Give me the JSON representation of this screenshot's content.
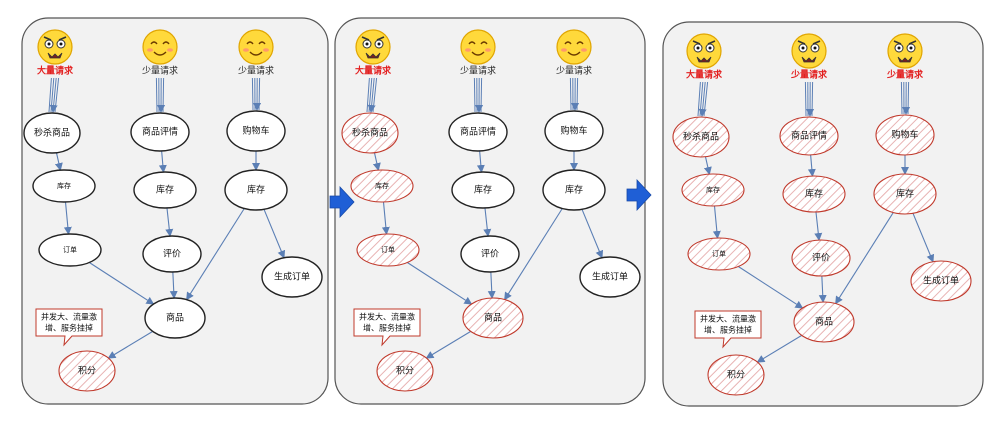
{
  "colors": {
    "panel_fill": "#f2f2f2",
    "panel_stroke": "#555555",
    "edge": "#5b7fb5",
    "node_stroke_ok": "#222222",
    "node_stroke_hot": "#c0392b",
    "hatch": "#e8b3b3",
    "label_red": "#e32020",
    "label_black": "#222222",
    "big_arrow": "#1f5fd6",
    "face_fill": "#ffd93b",
    "face_stroke": "#e0a500",
    "note_stroke": "#c0392b"
  },
  "panels": [
    {
      "requests": [
        {
          "label": "大量请求",
          "tone": "red",
          "face": "angry"
        },
        {
          "label": "少量请求",
          "tone": "black",
          "face": "happy"
        },
        {
          "label": "少量请求",
          "tone": "black",
          "face": "happy"
        }
      ],
      "nodes": {
        "seckill": {
          "label": "秒杀商品",
          "hot": false
        },
        "detail": {
          "label": "商品评情",
          "hot": false
        },
        "cart": {
          "label": "购物车",
          "hot": false
        },
        "stock1": {
          "label": "库存",
          "hot": false
        },
        "stock2": {
          "label": "库存",
          "hot": false
        },
        "stock3": {
          "label": "库存",
          "hot": false
        },
        "order": {
          "label": "订单",
          "hot": false
        },
        "review": {
          "label": "评价",
          "hot": false
        },
        "genorder": {
          "label": "生成订单",
          "hot": false
        },
        "product": {
          "label": "商品",
          "hot": false
        },
        "points": {
          "label": "积分",
          "hot": true
        }
      },
      "note": "并发大、流量激增、服务挂掉"
    },
    {
      "requests": [
        {
          "label": "大量请求",
          "tone": "red",
          "face": "angry"
        },
        {
          "label": "少量请求",
          "tone": "black",
          "face": "happy"
        },
        {
          "label": "少量请求",
          "tone": "black",
          "face": "happy"
        }
      ],
      "nodes": {
        "seckill": {
          "label": "秒杀商品",
          "hot": true
        },
        "detail": {
          "label": "商品评情",
          "hot": false
        },
        "cart": {
          "label": "购物车",
          "hot": false
        },
        "stock1": {
          "label": "库存",
          "hot": true
        },
        "stock2": {
          "label": "库存",
          "hot": false
        },
        "stock3": {
          "label": "库存",
          "hot": false
        },
        "order": {
          "label": "订单",
          "hot": true
        },
        "review": {
          "label": "评价",
          "hot": false
        },
        "genorder": {
          "label": "生成订单",
          "hot": false
        },
        "product": {
          "label": "商品",
          "hot": true
        },
        "points": {
          "label": "积分",
          "hot": true
        }
      },
      "note": "并发大、流量激增、服务挂掉"
    },
    {
      "requests": [
        {
          "label": "大量请求",
          "tone": "red",
          "face": "angry"
        },
        {
          "label": "少量请求",
          "tone": "red",
          "face": "angry"
        },
        {
          "label": "少量请求",
          "tone": "red",
          "face": "angry"
        }
      ],
      "nodes": {
        "seckill": {
          "label": "秒杀商品",
          "hot": true
        },
        "detail": {
          "label": "商品评情",
          "hot": true
        },
        "cart": {
          "label": "购物车",
          "hot": true
        },
        "stock1": {
          "label": "库存",
          "hot": true
        },
        "stock2": {
          "label": "库存",
          "hot": true
        },
        "stock3": {
          "label": "库存",
          "hot": true
        },
        "order": {
          "label": "订单",
          "hot": true
        },
        "review": {
          "label": "评价",
          "hot": true
        },
        "genorder": {
          "label": "生成订单",
          "hot": true
        },
        "product": {
          "label": "商品",
          "hot": true
        },
        "points": {
          "label": "积分",
          "hot": true
        }
      },
      "note": "并发大、流量激增、服务挂掉"
    }
  ]
}
